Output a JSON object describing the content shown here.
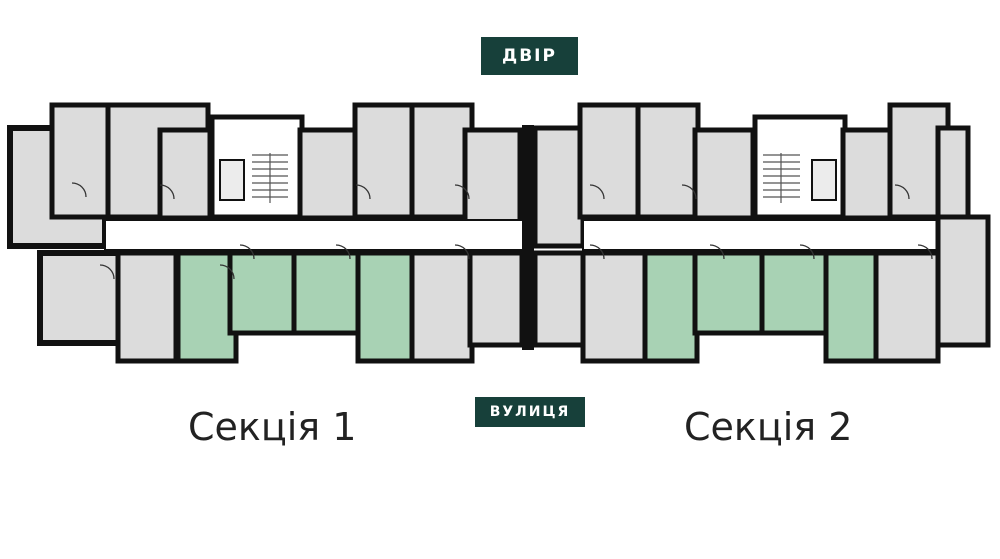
{
  "courtyard_label": "ДВІР",
  "street_label": "ВУЛИЦЯ",
  "sections": [
    {
      "name": "Секція 1"
    },
    {
      "name": "Секція 2"
    }
  ],
  "colors": {
    "badge_bg": "#17403a",
    "apartment_fill": "#dcdcdc",
    "highlight_fill": "#a8d2b4",
    "wall": "#111111",
    "corridor": "#ffffff"
  }
}
